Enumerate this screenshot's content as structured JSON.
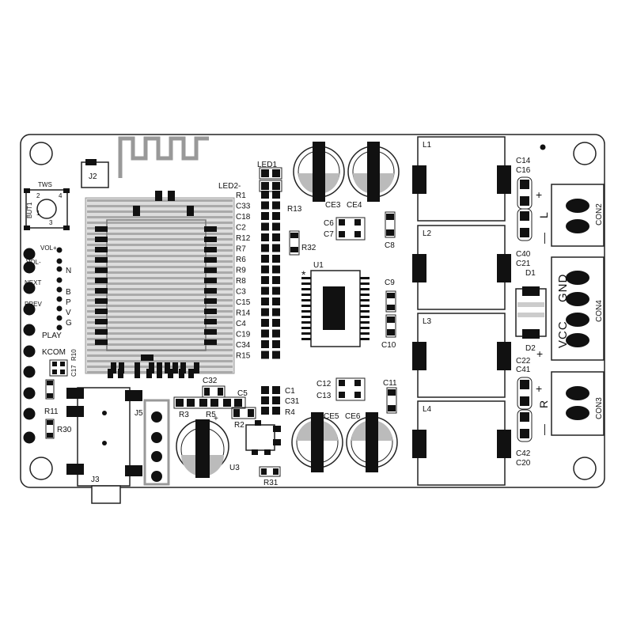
{
  "board": {
    "button": {
      "ref": "BUT1",
      "type": "TWS",
      "pins": [
        "1",
        "2",
        "3",
        "4"
      ]
    },
    "module_ref": "J2",
    "side_labels": {
      "vol_plus": "VOL+",
      "vol_minus": "VOL-",
      "next": "NEXT",
      "prev": "PREV",
      "play": "PLAY",
      "kcom": "KCOM"
    },
    "module_pins": [
      "N",
      "B",
      "P",
      "V",
      "G"
    ],
    "leds": {
      "led1": "LED1",
      "led2": "LED2-"
    },
    "left_column_refs": [
      "R1",
      "C33",
      "C18",
      "C2",
      "R12",
      "R7",
      "R6",
      "R9",
      "R8",
      "C3",
      "C15",
      "R14",
      "C4",
      "C19",
      "C34",
      "R15"
    ],
    "right_column_refs": [
      "C1",
      "C31",
      "R4"
    ],
    "caps": {
      "ce3": "CE3",
      "ce4": "CE4",
      "ce5": "CE5",
      "ce6": "CE6"
    },
    "parts": {
      "r13": "R13",
      "r32": "R32",
      "c6": "C6",
      "c7": "C7",
      "c8": "C8",
      "u1": "U1",
      "c9": "C9",
      "c10": "C10",
      "c11": "C11",
      "c12": "C12",
      "c13": "C13",
      "u3": "U3",
      "r31": "R31",
      "r2": "R2",
      "c5": "C5",
      "c32": "C32",
      "r3": "R3",
      "r5": "R5",
      "j3": "J3",
      "j5": "J5",
      "c17": "C17",
      "r10": "R10",
      "r11": "R11",
      "r30": "R30"
    },
    "inductors": [
      "L1",
      "L2",
      "L3",
      "L4"
    ],
    "right_caps": {
      "c14": "C14",
      "c16": "C16",
      "c40": "C40",
      "c21": "C21",
      "c22": "C22",
      "c41": "C41",
      "c42": "C42",
      "c20": "C20",
      "d1": "D1",
      "d2": "D2"
    },
    "connectors": {
      "con2": "CON2",
      "con4": "CON4",
      "con3": "CON3",
      "vcc": "VCC",
      "gnd": "GND",
      "left": "L",
      "right": "R",
      "plus": "+",
      "minus": "—"
    }
  }
}
